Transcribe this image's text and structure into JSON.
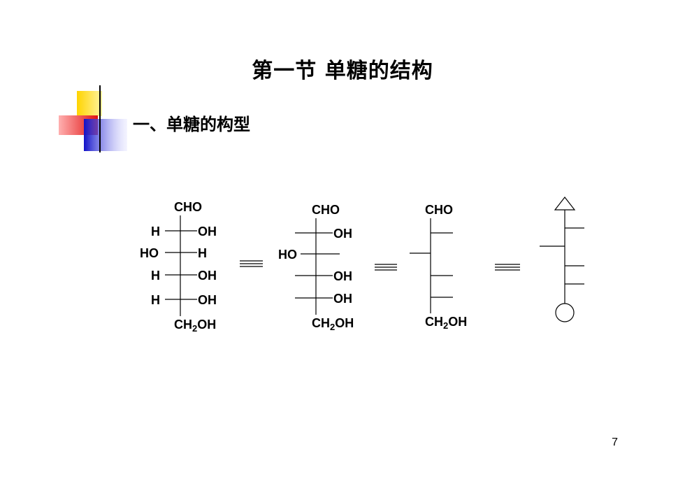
{
  "slide": {
    "title": "第一节 单糖的结构",
    "subtitle": "一、单糖的构型",
    "page_number": "7"
  },
  "figure": {
    "structure1": {
      "top": "CHO",
      "rows": [
        {
          "left": "H",
          "right": "OH"
        },
        {
          "left": "HO",
          "right": "H"
        },
        {
          "left": "H",
          "right": "OH"
        },
        {
          "left": "H",
          "right": "OH"
        }
      ],
      "bottom_main": "CH",
      "bottom_sub": "2",
      "bottom_tail": "OH"
    },
    "structure2": {
      "top": "CHO",
      "labels": [
        "OH",
        "HO",
        "OH",
        "OH"
      ],
      "bottom_main": "CH",
      "bottom_sub": "2",
      "bottom_tail": "OH"
    },
    "structure3": {
      "top": "CHO",
      "bottom_main": "CH",
      "bottom_sub": "2",
      "bottom_tail": "OH"
    },
    "structure4": {
      "top_symbol": "triangle",
      "bottom_symbol": "circle"
    },
    "equivalence_symbol": "≡"
  }
}
